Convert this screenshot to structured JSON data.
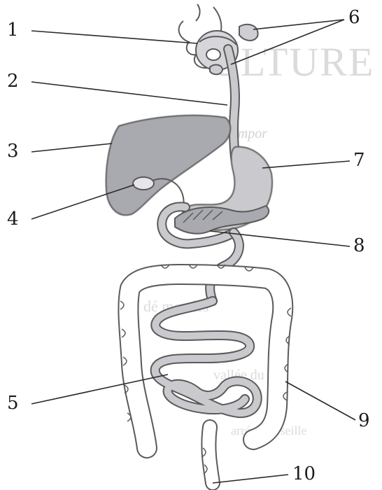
{
  "labels": [
    "1",
    "2",
    "3",
    "4",
    "5",
    "6",
    "7",
    "8",
    "9",
    "10"
  ],
  "show_through": {
    "heading": "ULTURE GENERAL",
    "line1": "re compor",
    "line2": "dé mendes",
    "line3": "vallée du",
    "line4": "arrée Marseille"
  },
  "colors": {
    "organ": "#c9c9ce",
    "organ_dark": "#a9a9b0",
    "outline": "#5a5a5a",
    "leader": "#2a2a2a",
    "label": "#1b1b1b",
    "show_through": "#9a9a9a"
  }
}
